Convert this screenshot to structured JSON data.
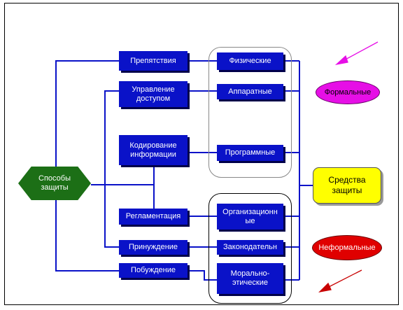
{
  "diagram": {
    "root": "Способы\nзащиты",
    "methods": {
      "obstacle": "Препятствия",
      "access": "Управление\nдоступом",
      "encoding": "Кодирование\nинформации",
      "regulation": "Регламентация",
      "coercion": "Принуждение",
      "motivation": "Побуждение"
    },
    "formal_means": {
      "physical": "Физические",
      "hardware": "Аппаратные",
      "software": "Программные"
    },
    "informal_means": {
      "organizational": "Организационн\nые",
      "legislative": "Законодательн",
      "moral": "Морально-\nэтические"
    },
    "means": "Средства\nзащиты",
    "formal_label": "Формальные",
    "informal_label": "Неформальные"
  },
  "colors": {
    "box": "#0a12c8",
    "line": "#0a12c8",
    "root": "#1c6f16",
    "means": "#ffff00",
    "formal": "#e60fe6",
    "informal": "#e00000",
    "arrow_formal": "#e60fe6",
    "arrow_informal": "#c80000"
  }
}
